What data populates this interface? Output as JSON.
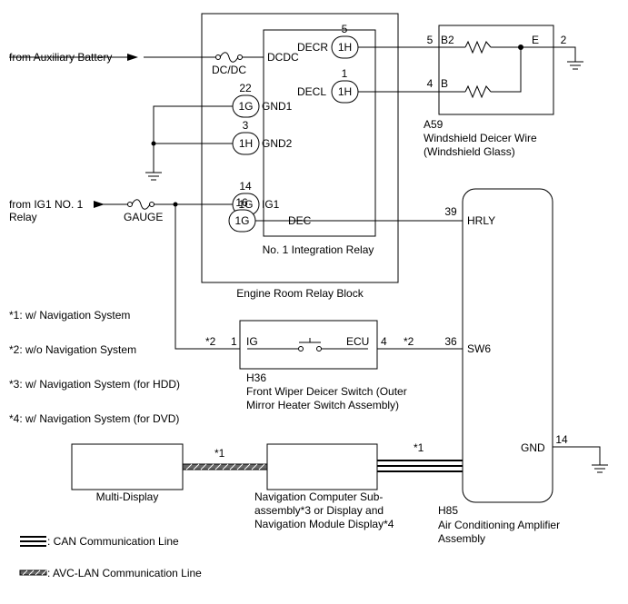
{
  "sources": {
    "aux_battery": "from Auxiliary Battery",
    "ig1_line1": "from IG1 NO. 1",
    "ig1_line2": "Relay"
  },
  "fuses": {
    "dcdc": "DC/DC",
    "gauge": "GAUGE"
  },
  "integration_relay": {
    "name": "No. 1 Integration Relay",
    "pins": {
      "dcdc": "DCDC",
      "gnd1": "GND1",
      "gnd2": "GND2",
      "ig1": "IG1",
      "decr": "DECR",
      "decl": "DECL",
      "dec": "DEC"
    },
    "pin_numbers": {
      "gnd1": "22",
      "gnd2": "3",
      "ig1": "14",
      "decr": "5",
      "decl": "1",
      "dec": "16"
    },
    "connectors": {
      "gnd1": "1G",
      "gnd2": "1H",
      "ig1": "1G",
      "decr": "1H",
      "decl": "1H",
      "dec": "1G"
    }
  },
  "relay_block": {
    "name": "Engine Room Relay Block"
  },
  "deicer_wire": {
    "code": "A59",
    "name_line1": "Windshield Deicer Wire",
    "name_line2": "(Windshield Glass)",
    "pins": {
      "b2": "B2",
      "b": "B",
      "e": "E"
    },
    "pin_numbers": {
      "b2": "5",
      "b": "4",
      "e": "2"
    }
  },
  "switch": {
    "code": "H36",
    "name_line1": "Front Wiper Deicer Switch (Outer",
    "name_line2": "Mirror Heater Switch Assembly)",
    "pins": {
      "ig": "IG",
      "ecu": "ECU"
    },
    "pin_numbers": {
      "ig": "1",
      "ecu": "4"
    },
    "marks": {
      "left": "*2",
      "right": "*2"
    }
  },
  "amplifier": {
    "code": "H85",
    "name_line1": "Air Conditioning Amplifier",
    "name_line2": "Assembly",
    "pins": {
      "hrly": "HRLY",
      "sw6": "SW6",
      "gnd": "GND"
    },
    "pin_numbers": {
      "hrly": "39",
      "sw6": "36",
      "gnd": "14"
    }
  },
  "multi_display": {
    "name": "Multi-Display"
  },
  "nav_computer": {
    "name_line1": "Navigation Computer Sub-",
    "name_line2": "assembly*3 or Display and",
    "name_line3": "Navigation Module Display*4"
  },
  "bus_marks": {
    "avc": "*1",
    "can": "*1"
  },
  "notes": [
    "*1: w/ Navigation System",
    "*2: w/o Navigation System",
    "*3: w/ Navigation System (for HDD)",
    "*4: w/ Navigation System (for DVD)"
  ],
  "legend": {
    "can": ": CAN Communication Line",
    "avc": ": AVC-LAN Communication Line"
  }
}
